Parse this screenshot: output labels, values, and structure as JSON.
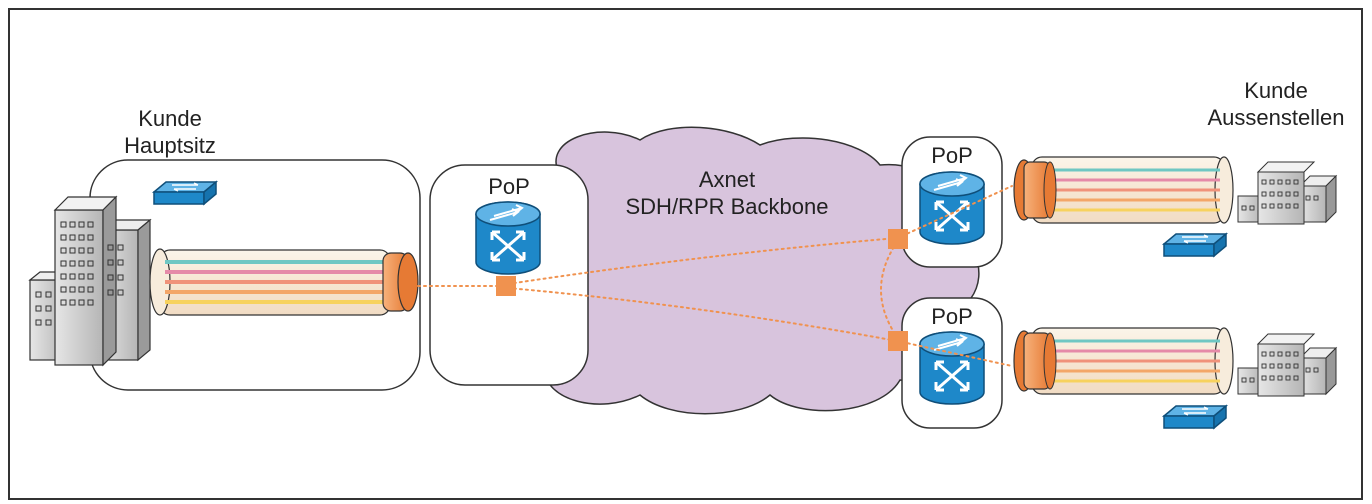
{
  "labels": {
    "hq_line1": "Kunde",
    "hq_line2": "Hauptsitz",
    "branch_line1": "Kunde",
    "branch_line2": "Aussenstellen",
    "backbone_line1": "Axnet",
    "backbone_line2": "SDH/RPR Backbone",
    "pop_center": "PoP",
    "pop_top": "PoP",
    "pop_bottom": "PoP"
  },
  "icons": [
    "office-building-icon",
    "switch-icon",
    "router-icon",
    "fiber-cable-icon",
    "cloud-icon"
  ],
  "colors": {
    "cloud": "#d8c4dd",
    "router": "#1e88c9",
    "switch": "#1e88c9",
    "connector": "#f0924f",
    "link": "#f0924f",
    "fiber_teal": "#6fc7c3",
    "fiber_pink": "#e58aa8",
    "fiber_salmon": "#f0927a",
    "fiber_orange": "#f3a668",
    "fiber_yellow": "#f7d25e"
  }
}
